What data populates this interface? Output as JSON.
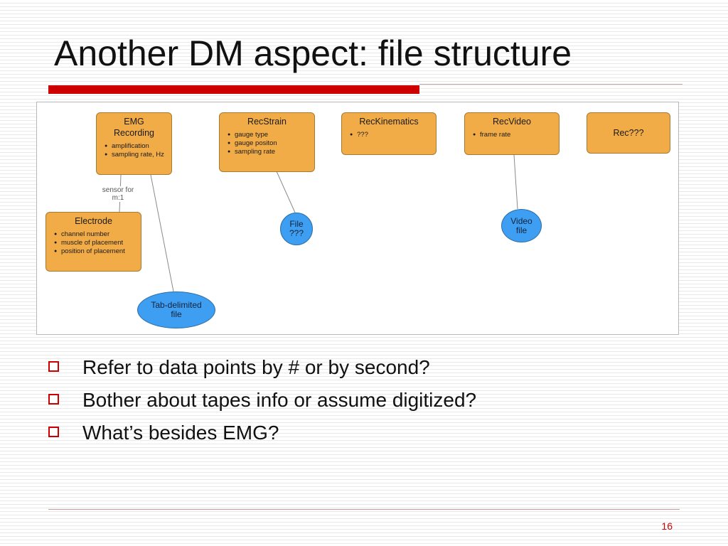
{
  "slide": {
    "title": "Another DM aspect: file structure",
    "page_number": "16"
  },
  "diagram": {
    "boxes": [
      {
        "title": "EMG\nRecording",
        "items": [
          "amplification",
          "sampling rate, Hz"
        ]
      },
      {
        "title": "RecStrain",
        "items": [
          "gauge type",
          "gauge positon",
          "sampling rate"
        ]
      },
      {
        "title": "RecKinematics",
        "items": [
          "???"
        ]
      },
      {
        "title": "RecVideo",
        "items": [
          "frame rate"
        ]
      },
      {
        "title": "Rec???",
        "items": []
      },
      {
        "title": "Electrode",
        "items": [
          "channel number",
          "muscle of placement",
          "position of placement"
        ]
      }
    ],
    "ovals": [
      {
        "label": "File\n???"
      },
      {
        "label": "Video\nfile"
      },
      {
        "label": "Tab-delimited\nfile"
      }
    ],
    "edge_label": "sensor for\nm:1"
  },
  "bullets": [
    "Refer to data points by # or by second?",
    "Bother about tapes info or assume digitized?",
    "What’s besides EMG?"
  ],
  "colors": {
    "accent": "#cc0000",
    "box_fill": "#f2ac47",
    "oval_fill": "#3d9ef2"
  }
}
